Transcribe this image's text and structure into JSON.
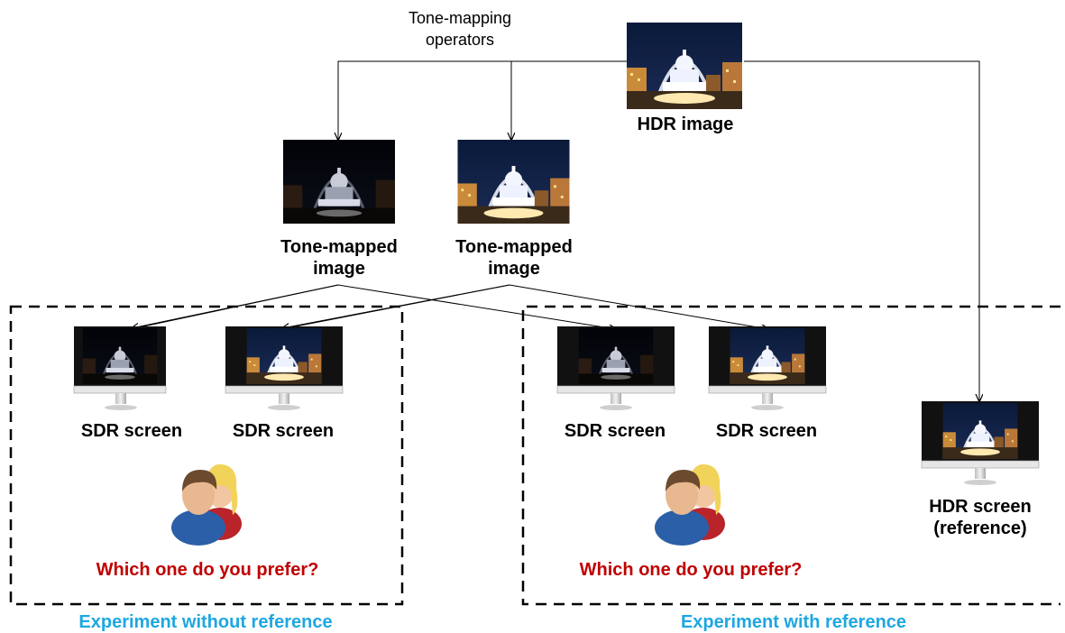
{
  "operators_label_line1": "Tone-mapping",
  "operators_label_line2": "operators",
  "hdr_image_label": "HDR image",
  "tone_mapped_1_line1": "Tone-mapped",
  "tone_mapped_1_line2": "image",
  "tone_mapped_2_line1": "Tone-mapped",
  "tone_mapped_2_line2": "image",
  "sdr_screen_label": "SDR screen",
  "hdr_screen_line1": "HDR screen",
  "hdr_screen_line2": "(reference)",
  "question": "Which one do you prefer?",
  "experiment_without": "Experiment without reference",
  "experiment_with": "Experiment with reference",
  "colors": {
    "question": "#c00000",
    "caption": "#1ea7e1"
  }
}
